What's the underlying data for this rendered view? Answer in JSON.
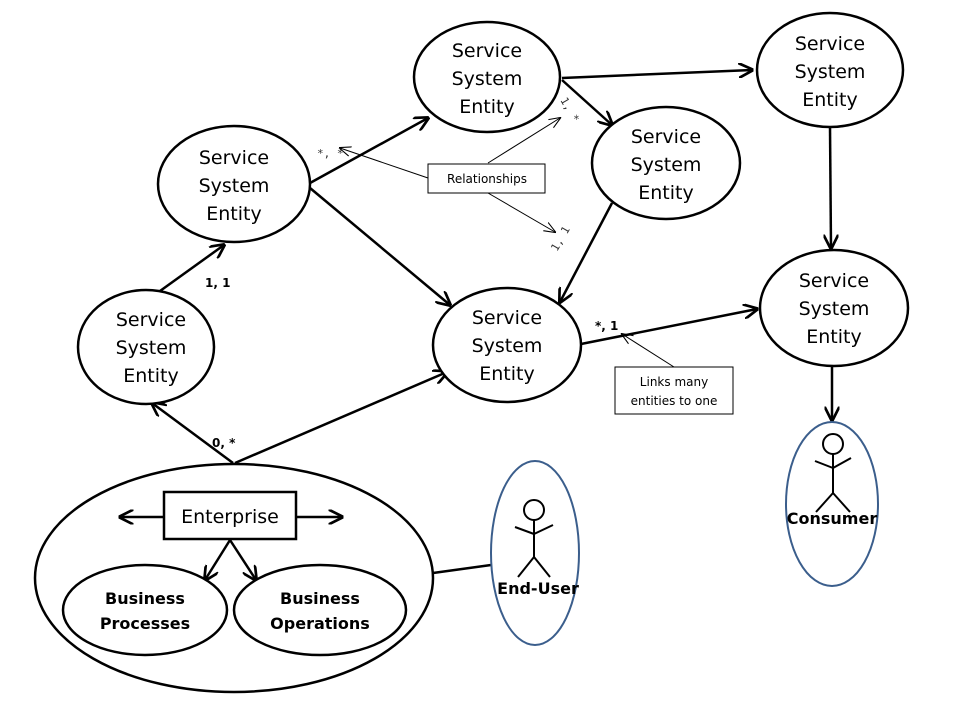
{
  "entities": [
    {
      "id": "e1",
      "lines": [
        "Service",
        "System",
        "Entity"
      ]
    },
    {
      "id": "e2",
      "lines": [
        "Service",
        "System",
        "Entity"
      ]
    },
    {
      "id": "e3",
      "lines": [
        "Service",
        "System",
        "Entity"
      ]
    },
    {
      "id": "e4",
      "lines": [
        "Service",
        "System",
        "Entity"
      ]
    },
    {
      "id": "e5",
      "lines": [
        "Service",
        "System",
        "Entity"
      ]
    },
    {
      "id": "e6",
      "lines": [
        "Service",
        "System",
        "Entity"
      ]
    },
    {
      "id": "e7",
      "lines": [
        "Service",
        "System",
        "Entity"
      ]
    }
  ],
  "enterprise": {
    "label": "Enterprise",
    "business_processes": [
      "Business",
      "Processes"
    ],
    "business_operations": [
      "Business",
      "Operations"
    ]
  },
  "actors": {
    "end_user": "End-User",
    "consumer": "Consumer"
  },
  "cardinalities": {
    "e7_e4": "1, 1",
    "enterprise_e7": "0, *",
    "e4_e1": "*, *",
    "e1_e3": "1, *",
    "e4_e5": "1, 1",
    "e5_e6": "*, 1"
  },
  "notes": {
    "relationships": "Relationships",
    "links_many": [
      "Links many",
      "entities to one"
    ]
  }
}
